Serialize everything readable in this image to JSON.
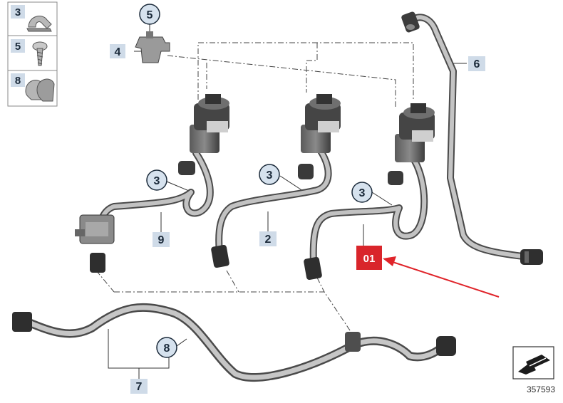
{
  "legend": [
    {
      "number": "3",
      "icon": "clamp-icon"
    },
    {
      "number": "5",
      "icon": "screw-icon"
    },
    {
      "number": "8",
      "icon": "double-clamp-icon"
    }
  ],
  "labels": {
    "part_1": "3",
    "part_2": "3",
    "part_3": "3",
    "part_4": "4",
    "part_5": "5",
    "part_6": "6",
    "part_7": "7",
    "part_8": "8",
    "part_9": "9",
    "part_10": "2"
  },
  "callout": {
    "text": "01",
    "color": "#d9252b",
    "arrow_color": "#e0242a"
  },
  "figure_number": "357593"
}
